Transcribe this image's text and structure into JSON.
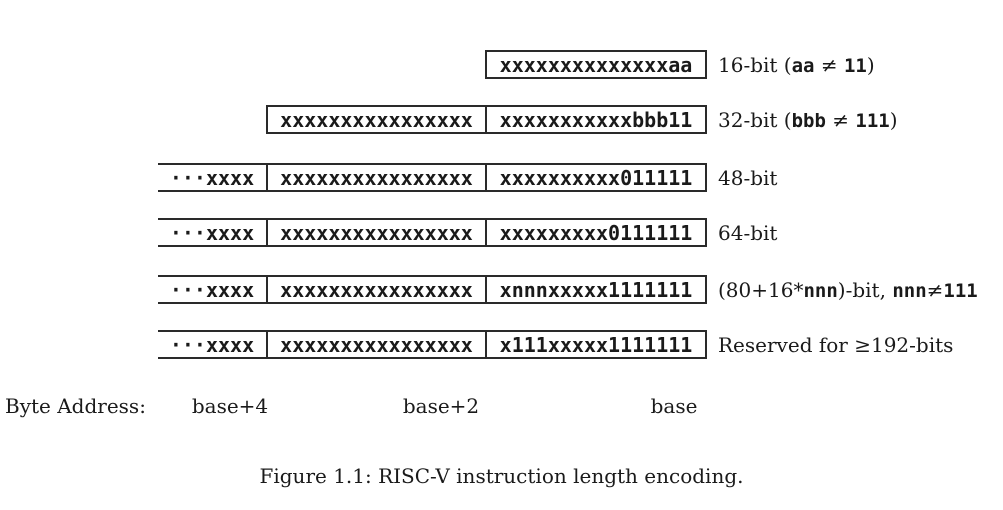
{
  "figure": {
    "caption": "Figure 1.1: RISC-V instruction length encoding.",
    "byte_address": {
      "label": "Byte Address:",
      "addresses": [
        "base+4",
        "base+2",
        "base"
      ]
    },
    "colors": {
      "border": "#2a2a2a",
      "text": "#1a1a1a",
      "background": "#ffffff"
    },
    "rows": [
      {
        "id": "16-bit",
        "fields": [
          "xxxxxxxxxxxxxxaa"
        ],
        "label": [
          {
            "t": "16-bit (",
            "f": "serif"
          },
          {
            "t": "aa",
            "f": "mono"
          },
          {
            "t": " ≠ ",
            "f": "serif"
          },
          {
            "t": "11",
            "f": "mono"
          },
          {
            "t": ")",
            "f": "serif"
          }
        ]
      },
      {
        "id": "32-bit",
        "fields": [
          "xxxxxxxxxxxxxxxx",
          "xxxxxxxxxxxbbb11"
        ],
        "label": [
          {
            "t": "32-bit (",
            "f": "serif"
          },
          {
            "t": "bbb",
            "f": "mono"
          },
          {
            "t": " ≠ ",
            "f": "serif"
          },
          {
            "t": "111",
            "f": "mono"
          },
          {
            "t": ")",
            "f": "serif"
          }
        ]
      },
      {
        "id": "48-bit",
        "fields": [
          "···xxxx",
          "xxxxxxxxxxxxxxxx",
          "xxxxxxxxxx011111"
        ],
        "label": [
          {
            "t": "48-bit",
            "f": "serif"
          }
        ]
      },
      {
        "id": "64-bit",
        "fields": [
          "···xxxx",
          "xxxxxxxxxxxxxxxx",
          "xxxxxxxxx0111111"
        ],
        "label": [
          {
            "t": "64-bit",
            "f": "serif"
          }
        ]
      },
      {
        "id": "80-plus-16nnn-bit",
        "fields": [
          "···xxxx",
          "xxxxxxxxxxxxxxxx",
          "xnnnxxxxx1111111"
        ],
        "label": [
          {
            "t": "(80+16*",
            "f": "serif"
          },
          {
            "t": "nnn",
            "f": "mono"
          },
          {
            "t": ")-bit, ",
            "f": "serif"
          },
          {
            "t": "nnn",
            "f": "mono"
          },
          {
            "t": "≠",
            "f": "serif"
          },
          {
            "t": "111",
            "f": "mono"
          }
        ]
      },
      {
        "id": "reserved-192-bits",
        "fields": [
          "···xxxx",
          "xxxxxxxxxxxxxxxx",
          "x111xxxxx1111111"
        ],
        "label": [
          {
            "t": "Reserved for ≥192-bits",
            "f": "serif"
          }
        ]
      }
    ]
  }
}
